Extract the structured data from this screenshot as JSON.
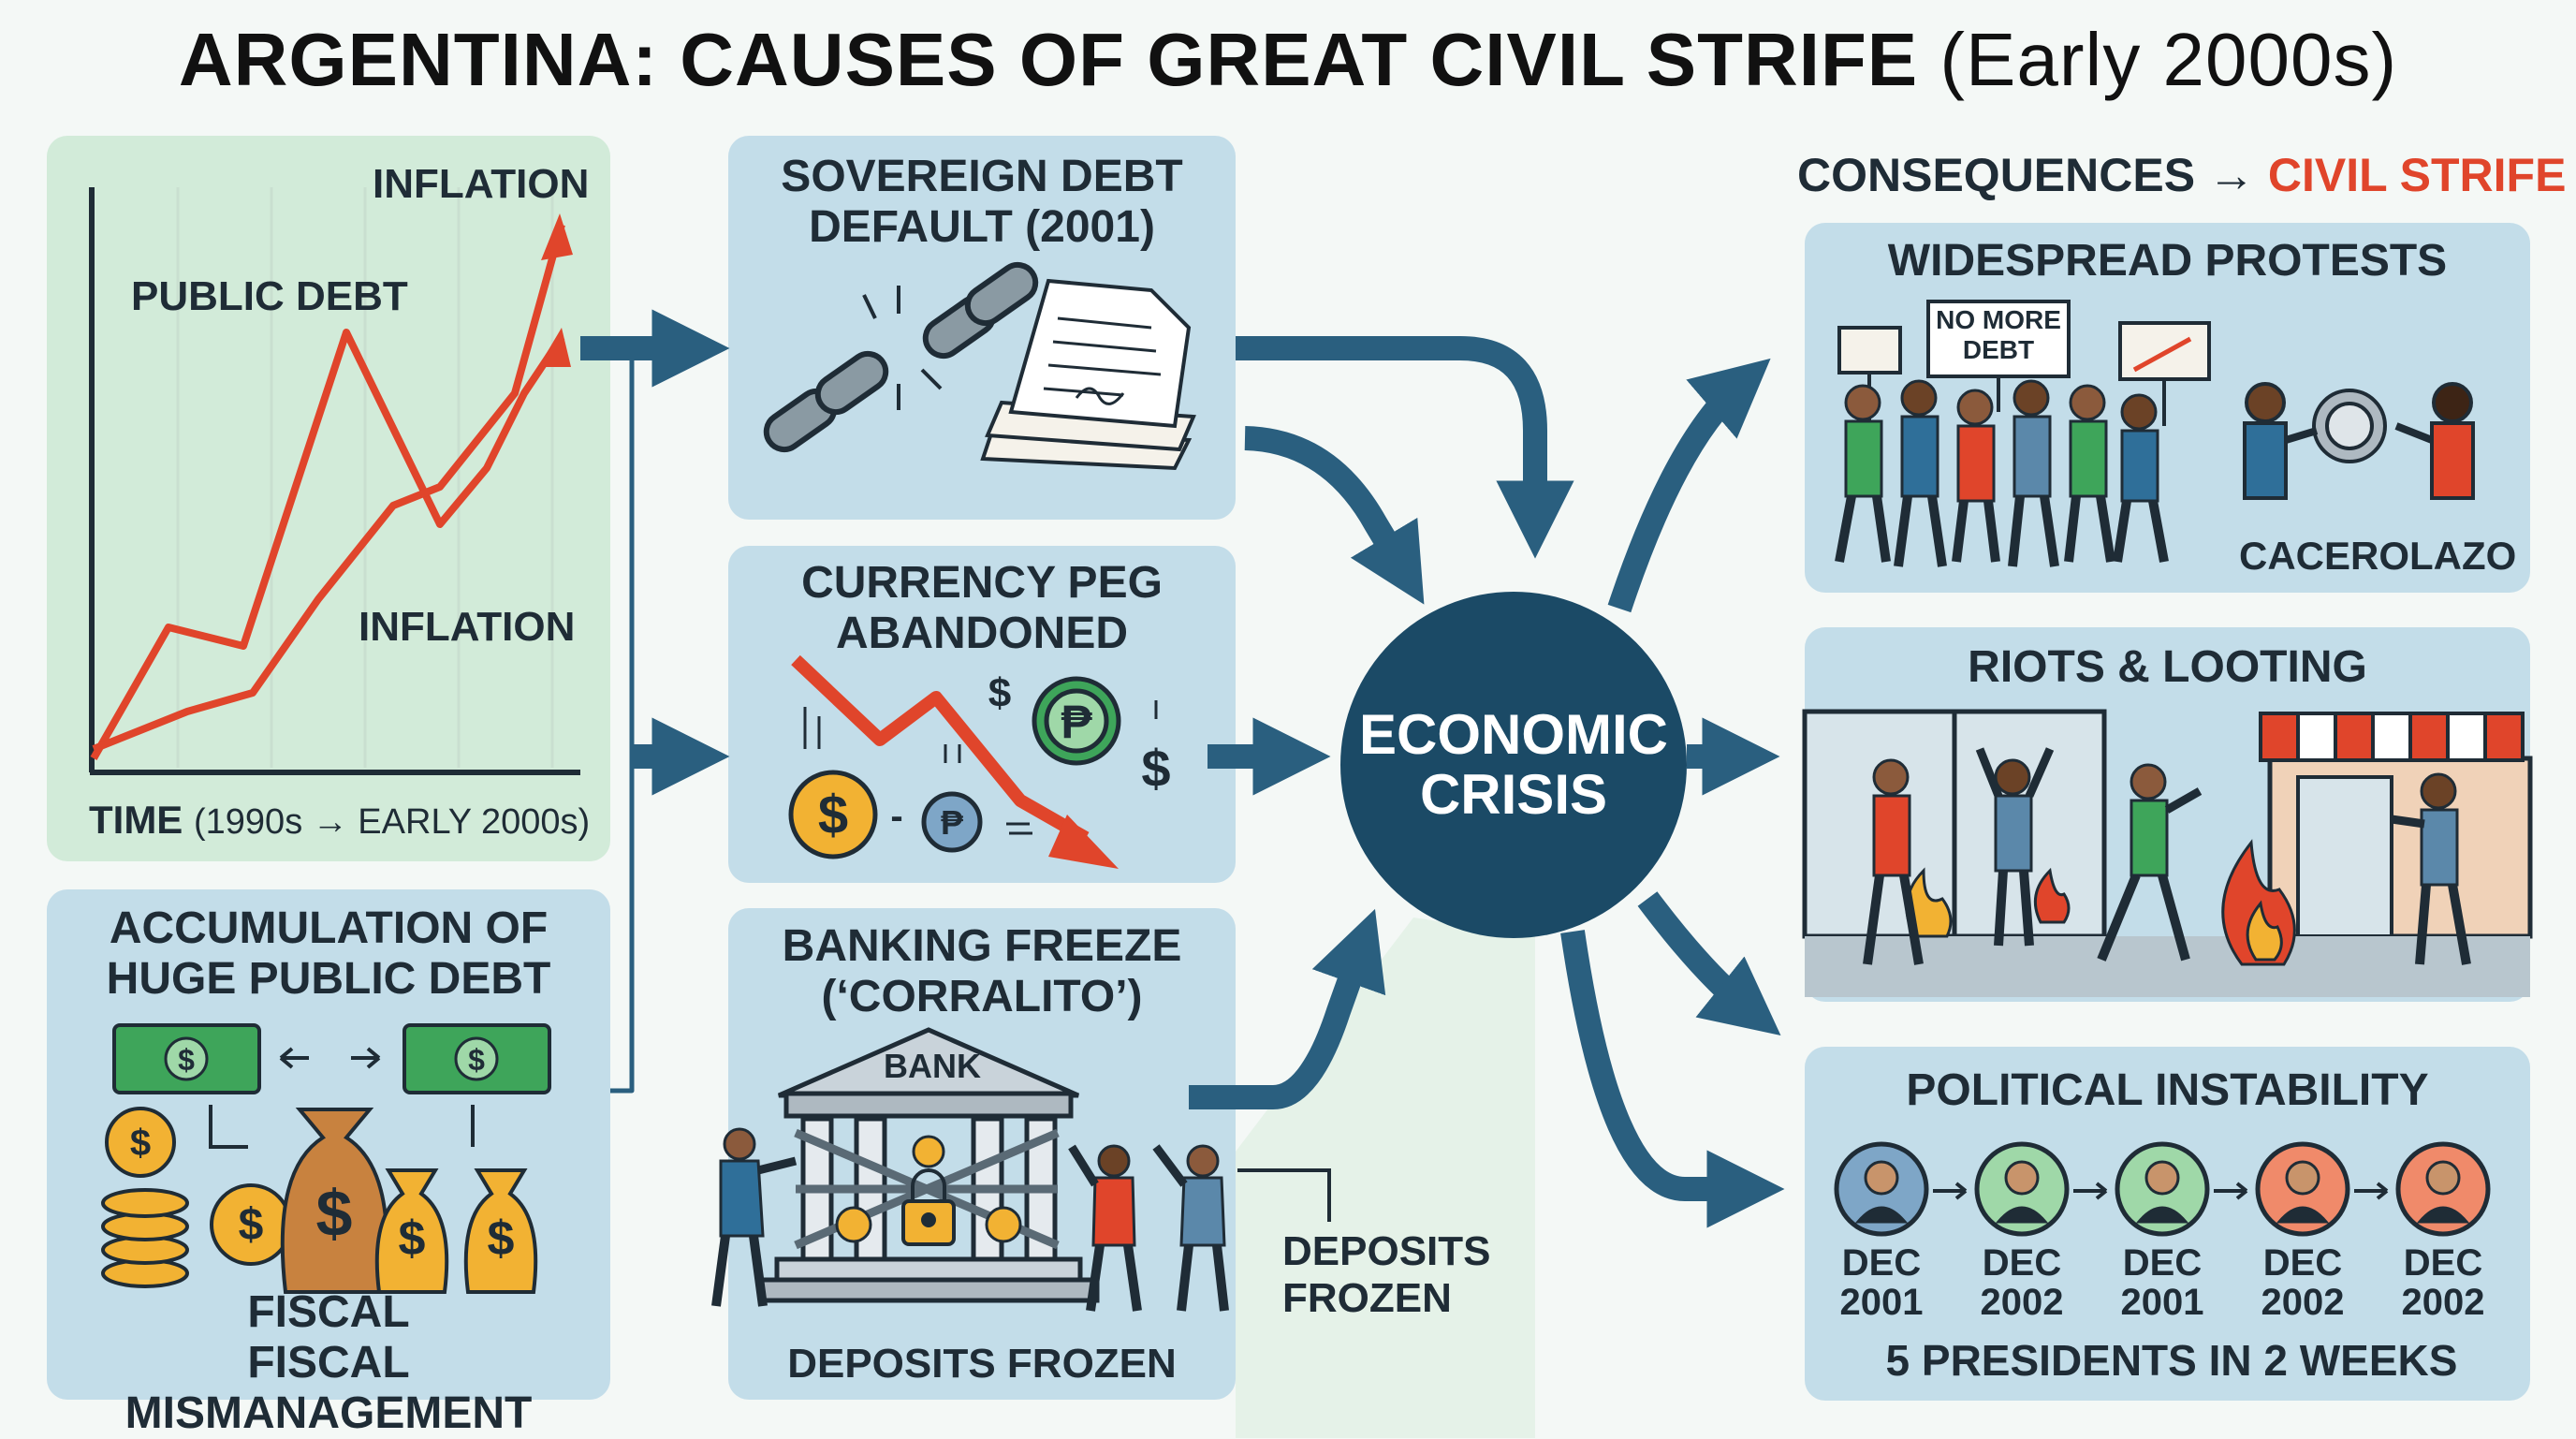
{
  "header": {
    "title": "ARGENTINA: CAUSES OF GREAT CIVIL STRIFE",
    "subtitle": "(Early 2000s)"
  },
  "causes": {
    "trend_chart": {
      "label_inflation_top": "INFLATION",
      "label_public_debt": "PUBLIC DEBT",
      "label_inflation_mid": "INFLATION",
      "time_axis_bold": "TIME",
      "time_axis_rest": "(1990s → EARLY 2000s)"
    },
    "public_debt": {
      "title_line1": "ACCUMULATION OF",
      "title_line2": "HUGE PUBLIC DEBT",
      "footer_line1": "FISCAL",
      "footer_line2": "FISCAL MISMANAGEMENT"
    },
    "default": {
      "title_line1": "SOVEREIGN DEBT",
      "title_line2": "DEFAULT (2001)"
    },
    "peg": {
      "title_line1": "CURRENCY PEG",
      "title_line2": "ABANDONED"
    },
    "bank": {
      "title_line1": "BANKING FREEZE",
      "title_line2": "(‘CORRALITO’)",
      "bank_sign": "BANK",
      "footer": "DEPOSITS FROZEN",
      "side_line1": "DEPOSITS",
      "side_line2": "FROZEN"
    }
  },
  "center": {
    "line1": "ECONOMIC",
    "line2": "CRISIS"
  },
  "consequences": {
    "heading_prefix": "CONSEQUENCES →",
    "heading_highlight": "CIVIL STRIFE",
    "protests": {
      "title": "WIDESPREAD PROTESTS",
      "sign_line1": "NO MORE",
      "sign_line2": "DEBT",
      "caption": "CACEROLAZO"
    },
    "riots": {
      "title": "RIOTS & LOOTING"
    },
    "instability": {
      "title": "POLITICAL INSTABILITY",
      "presidents": [
        {
          "month": "DEC",
          "year": "2001"
        },
        {
          "month": "DEC",
          "year": "2002"
        },
        {
          "month": "DEC",
          "year": "2001"
        },
        {
          "month": "DEC",
          "year": "2002"
        },
        {
          "month": "DEC",
          "year": "2002"
        }
      ],
      "footer": "5 PRESIDENTS IN 2 WEEKS"
    }
  },
  "colors": {
    "arrow": "#2a5f7f",
    "crisis_circle": "#1b4a66",
    "panel_blue": "#c3dde9",
    "panel_green": "#d2ebd9",
    "chart_line": "#e0452b",
    "strife_accent": "#e0452b",
    "gold": "#f2b233",
    "money_green": "#3ea55a"
  },
  "icons": [
    "broken-chain-icon",
    "document-icon",
    "coin-icon",
    "peso-icon",
    "bank-icon",
    "padlock-icon",
    "money-bag-icon",
    "banknote-icon",
    "fire-icon",
    "pot-icon",
    "person-icon"
  ]
}
